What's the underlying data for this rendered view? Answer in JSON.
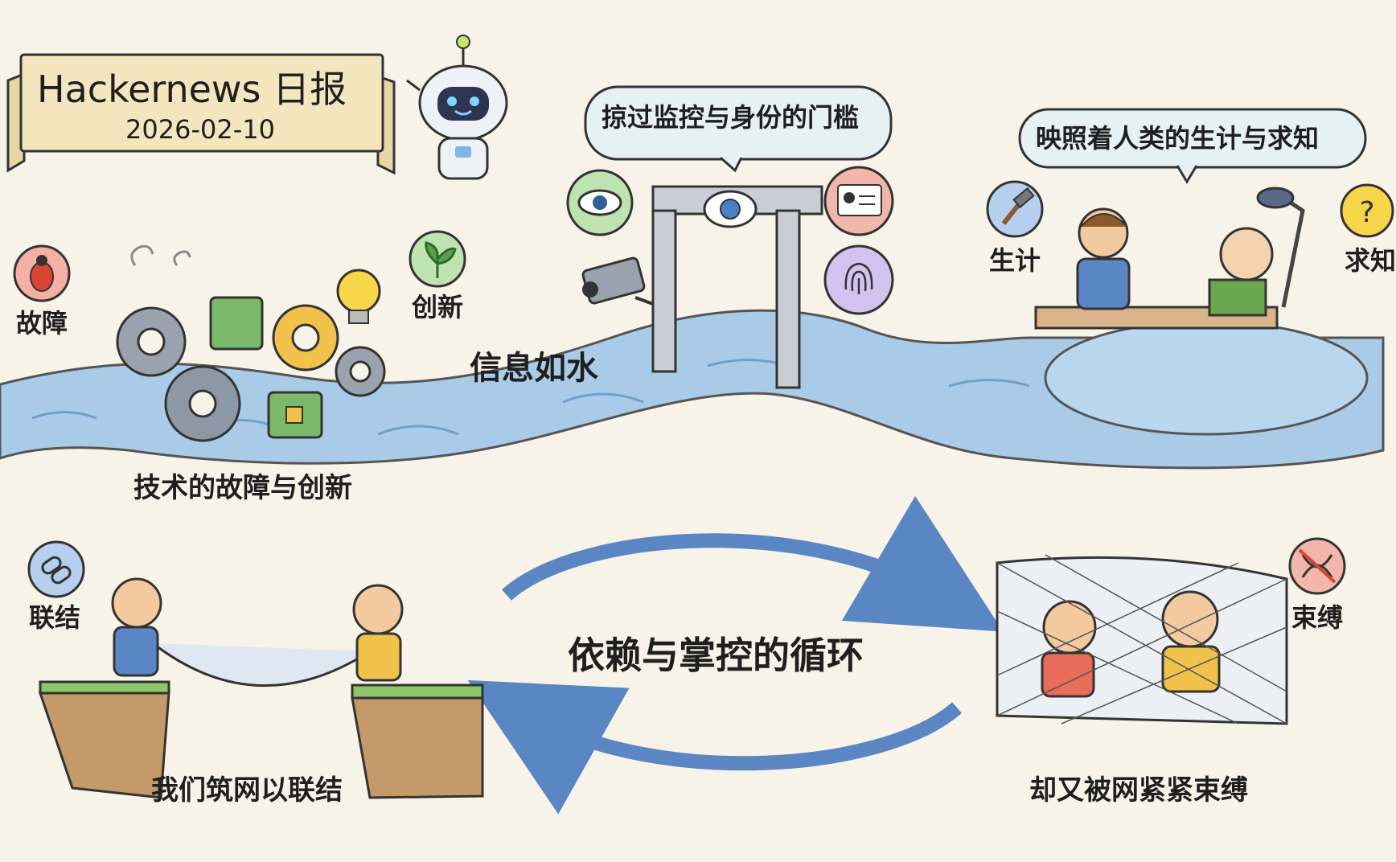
{
  "header": {
    "title": "Hackernews 日报",
    "date": "2026-02-10"
  },
  "bubbles": {
    "surveillance": "掠过监控与身份的门槛",
    "reflection": "映照着人类的生计与求知"
  },
  "labels": {
    "fault": "故障",
    "innovation": "创新",
    "info_flow": "信息如水",
    "livelihood": "生计",
    "knowledge": "求知",
    "connect": "联结",
    "bind": "束缚"
  },
  "captions": {
    "tech": "技术的故障与创新",
    "net_build": "我们筑网以联结",
    "net_bind": "却又被网紧紧束缚",
    "cycle": "依赖与掌控的循环"
  },
  "colors": {
    "background": "#f7f3e8",
    "water": "#a9cbe8",
    "water_dark": "#6f9fcf",
    "banner": "#f3e6bf",
    "bubble": "#e6f1f4"
  }
}
